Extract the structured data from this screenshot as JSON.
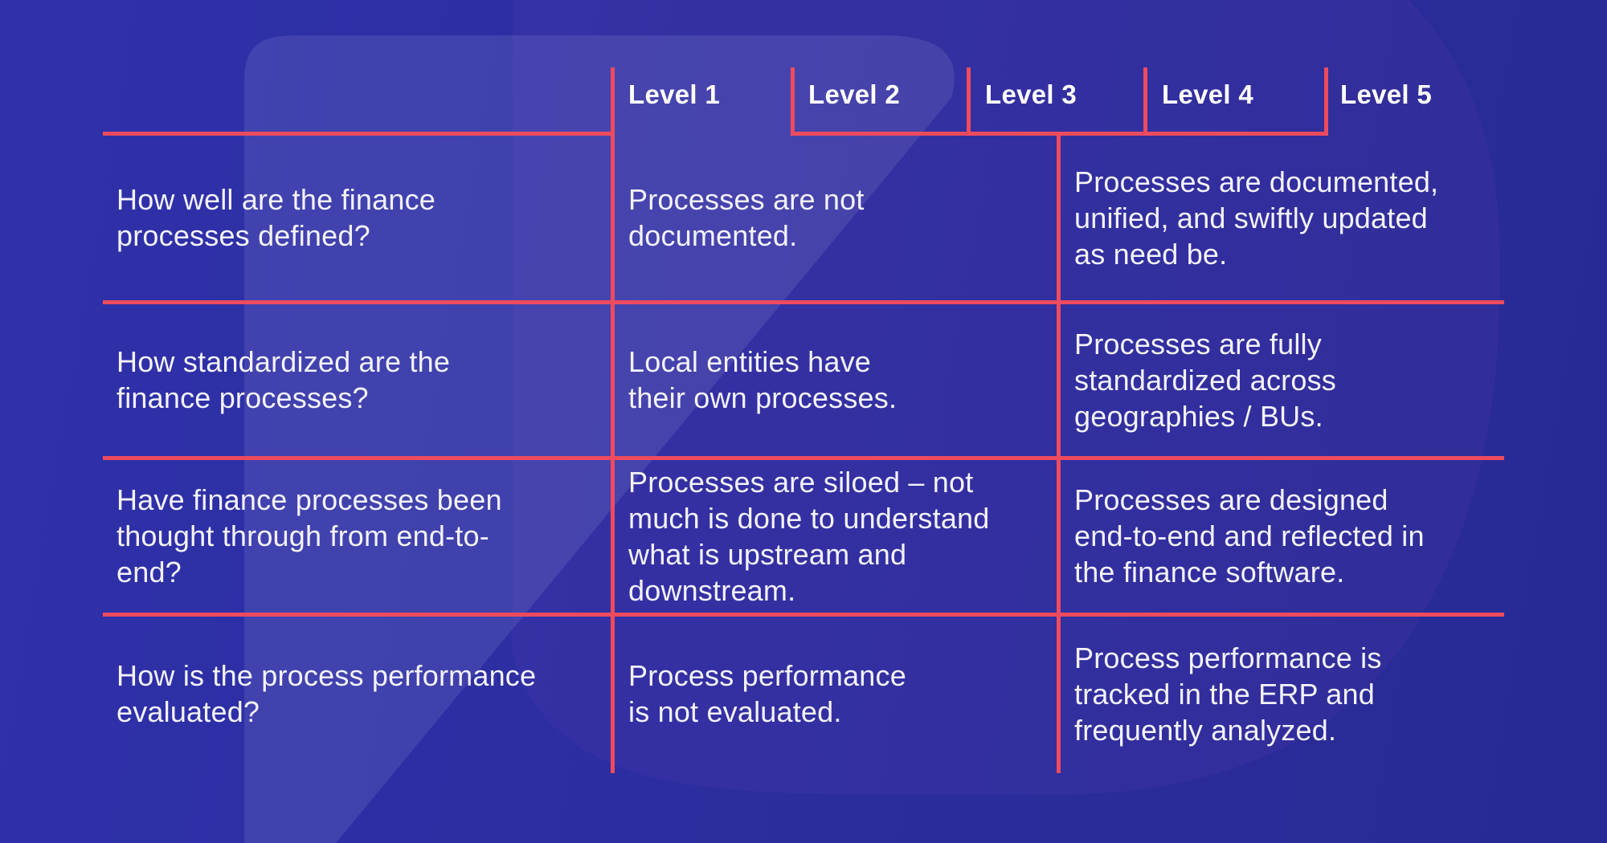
{
  "table": {
    "levels": [
      {
        "label": "Level 1"
      },
      {
        "label": "Level 2"
      },
      {
        "label": "Level 3"
      },
      {
        "label": "Level 4"
      },
      {
        "label": "Level 5"
      }
    ],
    "rows": [
      {
        "question": "How well are the finance\nprocesses defined?",
        "level1": "Processes are not\ndocumented.",
        "level5": "Processes are documented,\nunified, and swiftly updated\nas need be."
      },
      {
        "question": "How standardized are the\nfinance processes?",
        "level1": "Local entities have\ntheir own processes.",
        "level5": "Processes are fully\nstandardized across\ngeographies / BUs."
      },
      {
        "question": "Have finance processes been\nthought through from end-to-\nend?",
        "level1": "Processes are siloed – not\nmuch is done to understand\nwhat is upstream and\ndownstream.",
        "level5": "Processes are designed\nend-to-end and reflected in\nthe finance software."
      },
      {
        "question": "How is the process performance\nevaluated?",
        "level1": "Process performance\nis not evaluated.",
        "level5": "Process performance is\ntracked in the ERP and\nfrequently analyzed."
      }
    ]
  },
  "colors": {
    "background": "#2c2da0",
    "background_light_band": "#3c3ead",
    "background_blob": "#343199",
    "grid_line": "#ee4b5f",
    "text": "#f3f2fc",
    "header_text": "#ffffff"
  }
}
